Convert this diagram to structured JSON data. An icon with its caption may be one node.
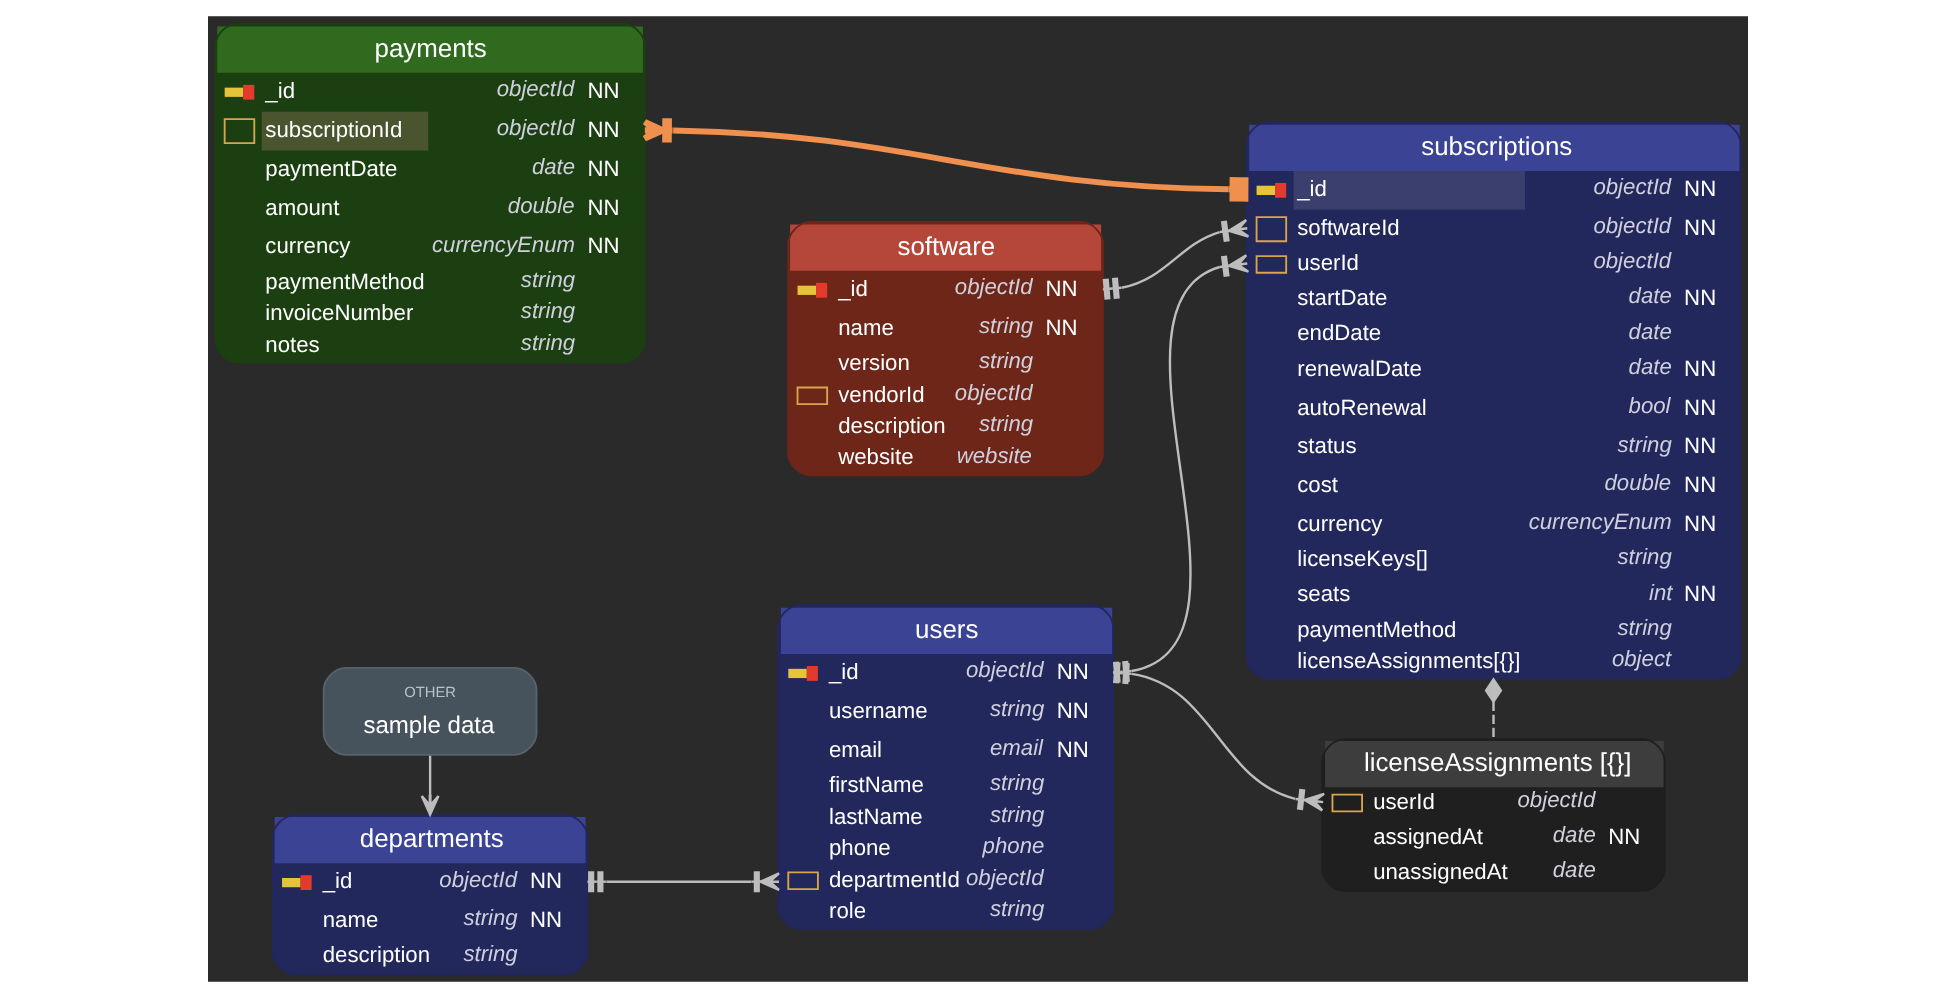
{
  "diagram": {
    "nodes": [
      {
        "text": [
          "payments",
          "_id",
          "objectId",
          "NN",
          "subscriptionId",
          "objectId",
          "NN",
          "paymentDate",
          "date",
          "NN",
          "amount",
          "double",
          "NN",
          "currency",
          "currencyEnum",
          "NN",
          "paymentMethod",
          "string",
          "invoiceNumber",
          "string",
          "notes",
          "string"
        ]
      },
      {
        "text": [
          "users",
          "_id",
          "objectId",
          "NN",
          "username",
          "string",
          "NN",
          "email",
          "email",
          "NN",
          "firstName",
          "string",
          "lastName",
          "string",
          "phone",
          "phone",
          "departmentId",
          "objectId",
          "role",
          "string"
        ]
      },
      {
        "text": [
          "subscriptions",
          "_id",
          "objectId",
          "NN",
          "softwareId",
          "objectId",
          "NN",
          "userId",
          "objectId",
          "startDate",
          "date",
          "NN",
          "endDate",
          "date",
          "renewalDate",
          "date",
          "NN",
          "autoRenewal",
          "bool",
          "NN",
          "status",
          "string",
          "NN",
          "cost",
          "double",
          "NN",
          "currency",
          "currencyEnum",
          "NN",
          "licenseKeys[]",
          "string",
          "seats",
          "int",
          "NN",
          "paymentMethod",
          "string",
          "licenseAssignments[{}]",
          "object"
        ]
      },
      {
        "text": [
          "departments",
          "_id",
          "objectId",
          "NN",
          "name",
          "string",
          "NN",
          "description",
          "string"
        ]
      },
      {
        "text": [
          "software",
          "_id",
          "objectId",
          "NN",
          "name",
          "string",
          "NN",
          "version",
          "string",
          "vendorId",
          "objectId",
          "description",
          "string",
          "website",
          "website"
        ]
      },
      {
        "text": [
          "OTHER",
          "sample data"
        ]
      },
      {
        "text": [
          "licenseAssignments [{}]",
          "userId",
          "objectId",
          "assignedAt",
          "date",
          "NN",
          "unassignedAt",
          "date"
        ]
      }
    ],
    "edges": [
      {
        "from": 0,
        "to": 2,
        "arrow": "other",
        "style": "thick",
        "color": "#f0904f"
      },
      {
        "from": 1,
        "to": 2,
        "arrow": "other"
      },
      {
        "from": 3,
        "to": 1,
        "arrow": "other"
      },
      {
        "from": 1,
        "to": 6,
        "arrow": "other"
      },
      {
        "from": 4,
        "to": 2,
        "arrow": "other"
      },
      {
        "from": 2,
        "to": 6,
        "arrow": "other",
        "style": "dashed"
      },
      {
        "from": 5,
        "to": 3,
        "arrow": "to"
      }
    ]
  }
}
